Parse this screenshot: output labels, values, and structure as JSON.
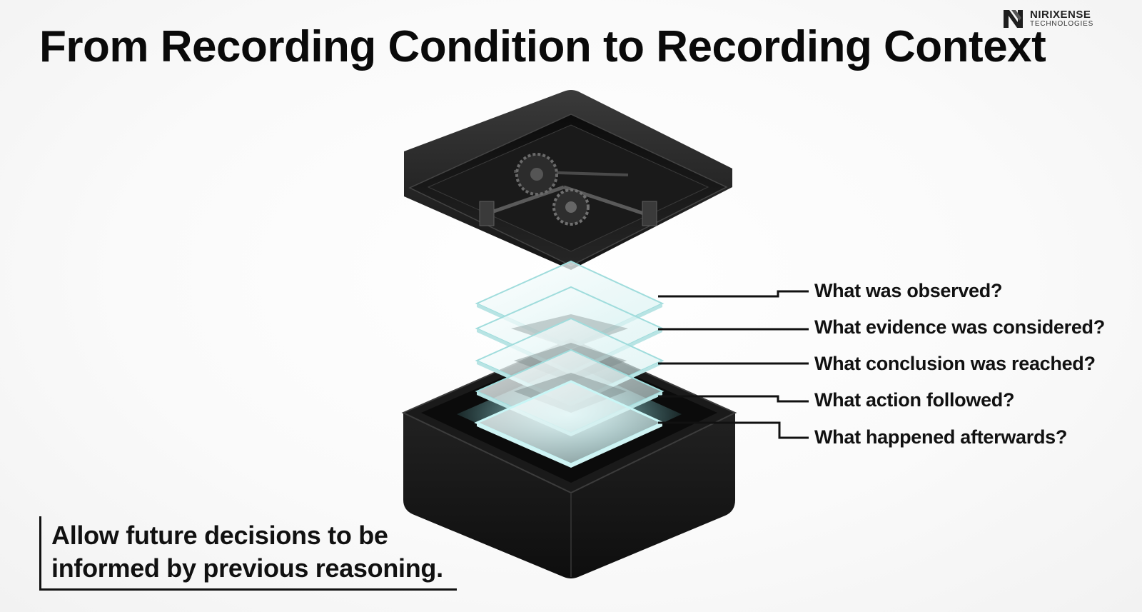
{
  "slide": {
    "title": "From Recording Condition to Recording Context"
  },
  "logo": {
    "name": "NIRIXENSE",
    "subtitle": "TECHNOLOGIES"
  },
  "diagram": {
    "questions": [
      "What was observed?",
      "What evidence was considered?",
      "What conclusion was reached?",
      "What action followed?",
      "What happened afterwards?"
    ]
  },
  "callout": {
    "text": "Allow future decisions to be informed by previous reasoning."
  },
  "colors": {
    "text": "#111111",
    "box": "#1c1c1c",
    "glass": "#e8f6f6",
    "glow": "#bff3f5"
  }
}
